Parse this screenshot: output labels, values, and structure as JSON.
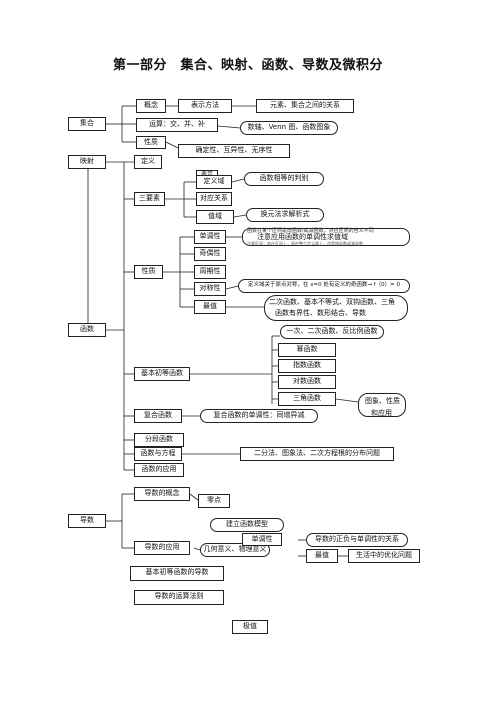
{
  "title": "第一部分　集合、映射、函数、导数及微积分",
  "sets": {
    "root": "集合",
    "concept": "概念",
    "representation": "表示方法",
    "element_relation": "元素、集合之间的关系",
    "operations": "运算：交、并、补",
    "tools": "数轴、Venn 图、函数图象",
    "property": "性质",
    "property_detail": "确定性、互异性、无序性"
  },
  "mapping": {
    "root": "映射"
  },
  "function": {
    "root": "函数",
    "definition": "定义",
    "three_elements": "三要素",
    "domain_label": "定义域",
    "domain_hidden": "表示",
    "correspondence": "对应关系",
    "range": "值域",
    "equal_functions": "函数相等的判别",
    "range_methods": "换元法求解析式",
    "properties": "性质",
    "monotonicity": "单调性",
    "monotonic_note_1": "函数在某个区间是增函数/或减函数，对应区间的含义不同",
    "monotonic_note_2": "注意应用函数的单调性求值域",
    "monotonic_note_3": "注意区间：若在区间上，则在整个定义域上，也是增函数或减函数",
    "parity": "奇偶性",
    "periodicity": "周期性",
    "symmetry": "对称性",
    "symmetry_note": "定义域关于原点对称，在 x=0 处有定义的奇函数→ f（0）= 0",
    "extremum": "最值",
    "extremum_note_1": "二次函数、基本不等式、双钩函数、三角",
    "extremum_note_2": "函数有界性、数形结合、导数"
  },
  "elementary": {
    "root": "基本初等函数",
    "linear_quadratic": "一次、二次函数、反比例函数",
    "power": "幂函数",
    "exponential": "指数函数",
    "logarithmic": "对数函数",
    "trig": "三角函数",
    "graph_property_1": "图象、性质",
    "graph_property_2": "和应用"
  },
  "composite": {
    "root": "复合函数",
    "note": "复合函数的单调性：同增异减"
  },
  "piecewise": "分段函数",
  "equation": {
    "root": "函数与方程",
    "note": "二分法、图象法、二次方程根的分布问题"
  },
  "application": "函数的应用",
  "zero_point": "零点",
  "model": "建立函数模型",
  "derivative": {
    "root": "导数",
    "concept": "导数的概念",
    "application": "导数的应用",
    "geometric_meaning": "几何意义、物理意义",
    "monotonicity": "单调性",
    "monotonic_note": "导数的正负与单调性的关系",
    "extremum": "最值",
    "optimization": "生活中的优化问题",
    "basic_derivatives": "基本初等函数的导数",
    "rules": "导数的运算法则",
    "extreme_value": "极值"
  }
}
